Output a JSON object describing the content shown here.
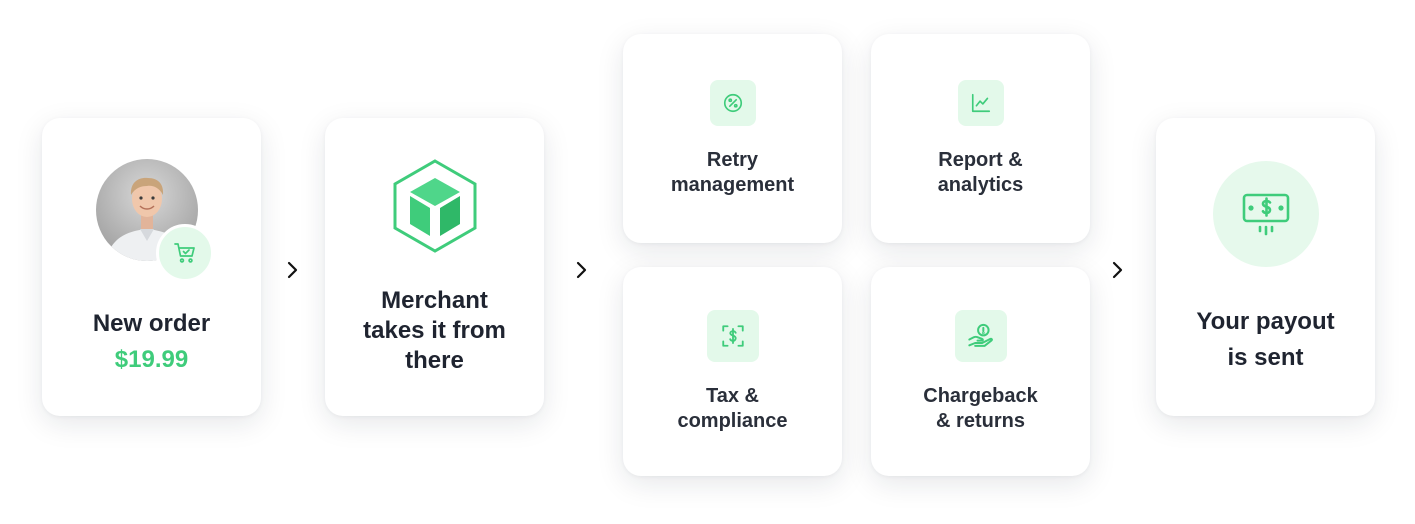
{
  "new_order": {
    "title": "New order",
    "price": "$19.99",
    "avatar_icon": "person-photo",
    "badge_icon": "shopping-cart-icon"
  },
  "merchant": {
    "logo_icon": "merchant-hexagon-logo",
    "lines": [
      "Merchant",
      "takes it from",
      "there"
    ]
  },
  "features": [
    {
      "icon": "percent-badge-icon",
      "lines": [
        "Retry",
        "management"
      ]
    },
    {
      "icon": "line-chart-icon",
      "lines": [
        "Report &",
        "analytics"
      ]
    },
    {
      "icon": "dollar-scan-icon",
      "lines": [
        "Tax &",
        "compliance"
      ]
    },
    {
      "icon": "hand-coin-icon",
      "lines": [
        "Chargeback",
        "& returns"
      ]
    }
  ],
  "payout": {
    "icon": "banknote-dollar-icon",
    "lines": [
      "Your payout",
      "is sent"
    ]
  },
  "arrows": [
    "chevron-right-icon",
    "chevron-right-icon",
    "chevron-right-icon"
  ],
  "colors": {
    "accent": "#3fcc7b",
    "accent_light": "#e3f9ea",
    "text": "#1f2430"
  }
}
